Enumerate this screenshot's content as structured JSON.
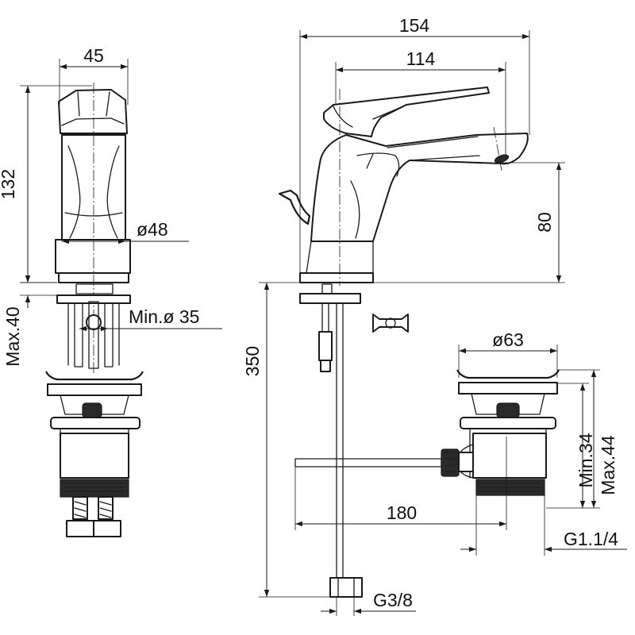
{
  "dimensions": {
    "width_45": "45",
    "height_132": "132",
    "dia_48": "ø48",
    "max_40": "Max.40",
    "min_dia_35": "Min.ø 35",
    "width_154": "154",
    "width_114": "114",
    "height_80": "80",
    "height_350": "350",
    "dia_63": "ø63",
    "min_34": "Min.34",
    "max_44": "Max.44",
    "length_180": "180",
    "thread_g114": "G1.1/4",
    "thread_g38": "G3/8"
  }
}
